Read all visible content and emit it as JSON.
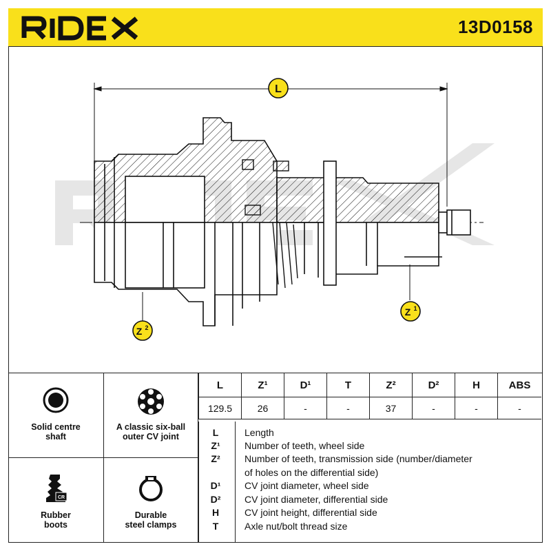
{
  "brand": "RIDEX",
  "part_number": "13D0158",
  "diagram": {
    "dim_L": "L",
    "dim_Z1_num": "Z",
    "dim_Z1_sup": "1",
    "dim_Z2_num": "Z",
    "dim_Z2_sup": "2",
    "watermark": "RIDEX"
  },
  "features": [
    {
      "label_line1": "Solid centre",
      "label_line2": "shaft",
      "icon": "solid-shaft-icon"
    },
    {
      "label_line1": "A classic six-ball",
      "label_line2": "outer CV joint",
      "icon": "six-ball-joint-icon"
    },
    {
      "label_line1": "Rubber",
      "label_line2": "boots",
      "icon": "rubber-boot-icon",
      "badge": "CR"
    },
    {
      "label_line1": "Durable",
      "label_line2": "steel clamps",
      "icon": "clamp-icon"
    }
  ],
  "spec_table": {
    "headers": [
      "L",
      "Z¹",
      "D¹",
      "T",
      "Z²",
      "D²",
      "H",
      "ABS"
    ],
    "values": [
      "129.5",
      "26",
      "-",
      "-",
      "37",
      "-",
      "-",
      "-"
    ]
  },
  "legend": [
    {
      "sym": "L",
      "desc": "Length"
    },
    {
      "sym": "Z¹",
      "desc": "Number of teeth, wheel side"
    },
    {
      "sym": "Z²",
      "desc": "Number of teeth, transmission side (number/diameter"
    },
    {
      "sym": "",
      "desc": "of holes on the differential side)"
    },
    {
      "sym": "D¹",
      "desc": "CV joint diameter, wheel side"
    },
    {
      "sym": "D²",
      "desc": "CV joint diameter, differential side"
    },
    {
      "sym": "H",
      "desc": "CV joint height, differential side"
    },
    {
      "sym": "T",
      "desc": "Axle nut/bolt thread size"
    }
  ],
  "colors": {
    "brand_yellow": "#f9e01b",
    "ink": "#111111",
    "watermark": "#e6e6e6"
  }
}
